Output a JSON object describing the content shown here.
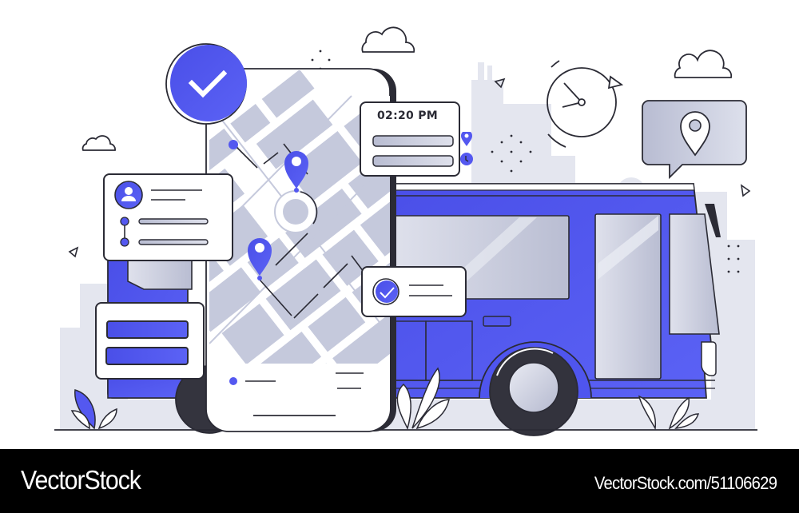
{
  "illustration": {
    "subject": "bus tracking mobile app",
    "colors": {
      "accent": "#5458f0",
      "outline": "#2b2b35",
      "map_block": "#c5c9dc",
      "background_shape": "#e4e6ef",
      "glass": "#c9cde0"
    },
    "schedule_card": {
      "time": "02:20 PM",
      "icons": [
        "location-pin-icon",
        "clock-icon"
      ]
    },
    "profile_card": {
      "icons": [
        "user-avatar-icon",
        "route-dots-icon"
      ]
    },
    "confirm_card": {
      "icons": [
        "checkmark-icon"
      ]
    },
    "badge": {
      "icon": "checkmark-icon"
    },
    "speech_bubble": {
      "icon": "location-pin-icon"
    },
    "clock": {
      "icon": "clock-refresh-icon"
    }
  },
  "footer": {
    "brand": "VectorStock",
    "url": "VectorStock.com/51106629"
  }
}
